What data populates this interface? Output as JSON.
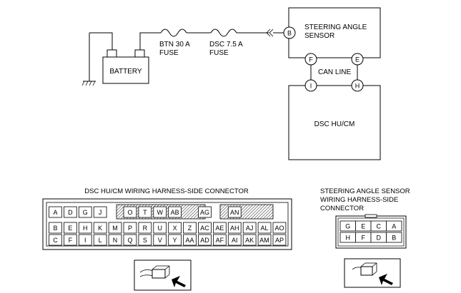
{
  "wiring": {
    "battery": "BATTERY",
    "fuse_btn": {
      "line1": "BTN 30 A",
      "line2": "FUSE"
    },
    "fuse_dsc": {
      "line1": "DSC 7.5 A",
      "line2": "FUSE"
    },
    "sensor": {
      "line1": "STEERING ANGLE",
      "line2": "SENSOR"
    },
    "can_line": "CAN LINE",
    "dsc_unit": "DSC HU/CM",
    "terminals": {
      "b": "B",
      "f": "F",
      "e": "E",
      "i": "I",
      "h": "H"
    }
  },
  "dsc_connector": {
    "title": "DSC HU/CM WIRING HARNESS-SIDE CONNECTOR",
    "rows": [
      [
        "A",
        "D",
        "G",
        "J",
        "",
        "O",
        "T",
        "W",
        "AB",
        "",
        "AG",
        "",
        "AN",
        ""
      ],
      [
        "B",
        "E",
        "H",
        "K",
        "M",
        "P",
        "R",
        "U",
        "X",
        "Z",
        "AC",
        "AE",
        "AH",
        "AJ",
        "AL",
        "AO"
      ],
      [
        "C",
        "F",
        "I",
        "L",
        "N",
        "Q",
        "S",
        "V",
        "Y",
        "AA",
        "AD",
        "AF",
        "AI",
        "AK",
        "AM",
        "AP"
      ]
    ]
  },
  "sensor_connector": {
    "title_lines": [
      "STEERING ANGLE SENSOR",
      "WIRING HARNESS-SIDE",
      "CONNECTOR"
    ],
    "rows": [
      [
        "G",
        "E",
        "C",
        "A"
      ],
      [
        "H",
        "F",
        "D",
        "B"
      ]
    ]
  }
}
